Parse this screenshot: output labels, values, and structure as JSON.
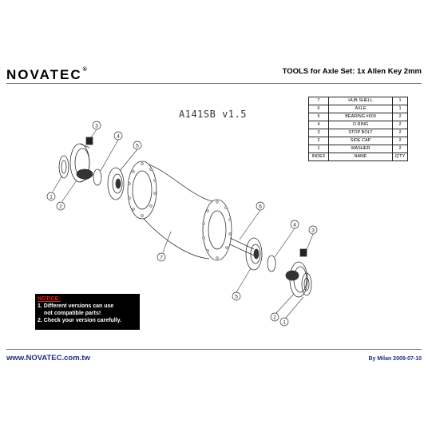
{
  "header": {
    "brand": "NOVATEC",
    "brand_mark": "®",
    "tools": "TOOLS for Axle Set:  1x Allen Key 2mm"
  },
  "model": "A141SB  v1.5",
  "parts_table": {
    "rows": [
      {
        "index": "7",
        "name": "HUB SHELL",
        "qty": "1"
      },
      {
        "index": "6",
        "name": "AXLE",
        "qty": "1"
      },
      {
        "index": "5",
        "name": "BEARING #609",
        "qty": "2"
      },
      {
        "index": "4",
        "name": "O RING",
        "qty": "2"
      },
      {
        "index": "3",
        "name": "STOP BOLT",
        "qty": "2"
      },
      {
        "index": "2",
        "name": "SIDE CAP",
        "qty": "2"
      },
      {
        "index": "1",
        "name": "WASHER",
        "qty": "2"
      }
    ],
    "header": {
      "index": "INDEX",
      "name": "NAME",
      "qty": "Q'TY"
    }
  },
  "callouts": {
    "l1": "1",
    "l2": "2",
    "l3": "3",
    "l4": "4",
    "l5": "5",
    "c6": "6",
    "c7": "7",
    "r1": "1",
    "r2": "2",
    "r3": "3",
    "r4": "4",
    "r5": "5"
  },
  "notice": {
    "title": "NOTICE:",
    "line1": "1. Different versions can use",
    "line2": "   not compatible parts!",
    "line3": "2. Check your version carefully."
  },
  "footer": {
    "url": "www.NOVATEC.com.tw",
    "by": "By Milan  2009-07-10"
  }
}
